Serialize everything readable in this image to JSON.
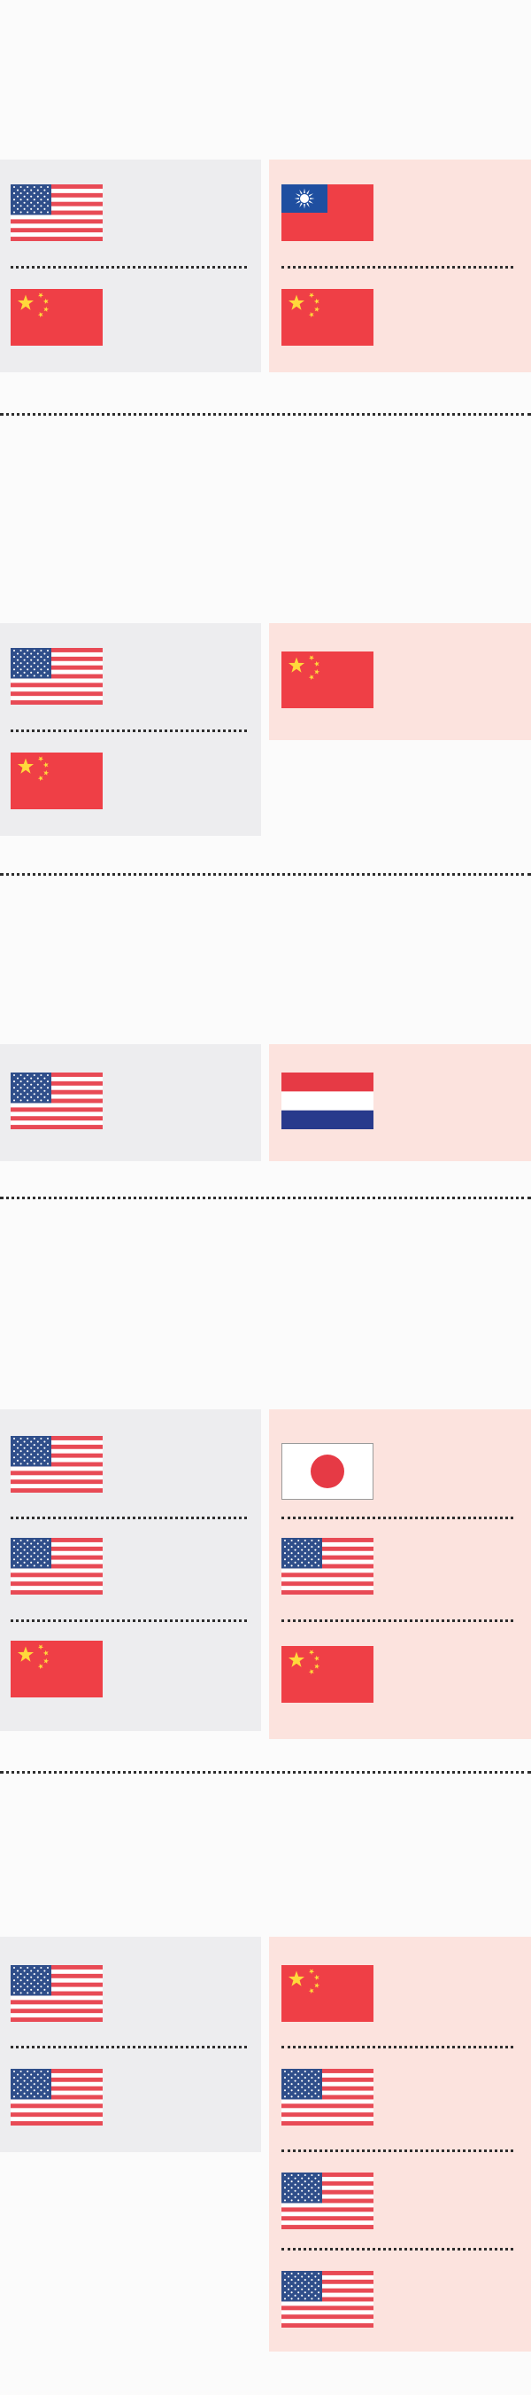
{
  "colors": {
    "left_panel": "#ededef",
    "right_panel": "#fce3de",
    "separator": "#2e2e2e",
    "us_red": "#e84a55",
    "us_blue": "#2f4e8a",
    "china_red": "#ef3f46",
    "china_star": "#ffd93b",
    "taiwan_blue": "#1f4fa0",
    "netherlands_red": "#e63a45",
    "netherlands_blue": "#283a8c",
    "japan_red": "#e63a45"
  },
  "groups": [
    {
      "left": [
        "us-flag",
        "china-flag"
      ],
      "right": [
        "taiwan-flag",
        "china-flag"
      ]
    },
    {
      "left": [
        "us-flag",
        "china-flag"
      ],
      "right": [
        "china-flag"
      ]
    },
    {
      "left": [
        "us-flag"
      ],
      "right": [
        "netherlands-flag"
      ]
    },
    {
      "left": [
        "us-flag",
        "us-flag",
        "china-flag"
      ],
      "right": [
        "japan-flag",
        "us-flag",
        "china-flag"
      ]
    },
    {
      "left": [
        "us-flag",
        "us-flag"
      ],
      "right": [
        "china-flag",
        "us-flag",
        "us-flag",
        "us-flag"
      ]
    }
  ]
}
